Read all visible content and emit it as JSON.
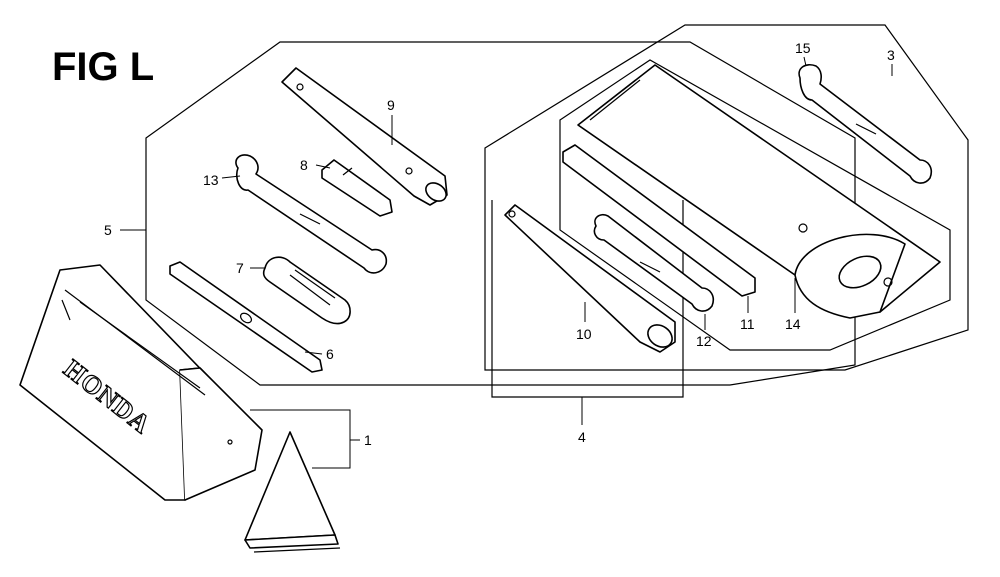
{
  "figure": {
    "title": "FIG L",
    "brand_text": "HONDA"
  },
  "callouts": [
    {
      "id": "c1",
      "label": "1"
    },
    {
      "id": "c3",
      "label": "3"
    },
    {
      "id": "c4",
      "label": "4"
    },
    {
      "id": "c5",
      "label": "5"
    },
    {
      "id": "c6",
      "label": "6"
    },
    {
      "id": "c7",
      "label": "7"
    },
    {
      "id": "c8",
      "label": "8"
    },
    {
      "id": "c9",
      "label": "9"
    },
    {
      "id": "c10",
      "label": "10"
    },
    {
      "id": "c11",
      "label": "11"
    },
    {
      "id": "c12",
      "label": "12"
    },
    {
      "id": "c13",
      "label": "13"
    },
    {
      "id": "c14",
      "label": "14"
    },
    {
      "id": "c15",
      "label": "15"
    }
  ],
  "colors": {
    "line": "#000000",
    "background": "#ffffff"
  }
}
